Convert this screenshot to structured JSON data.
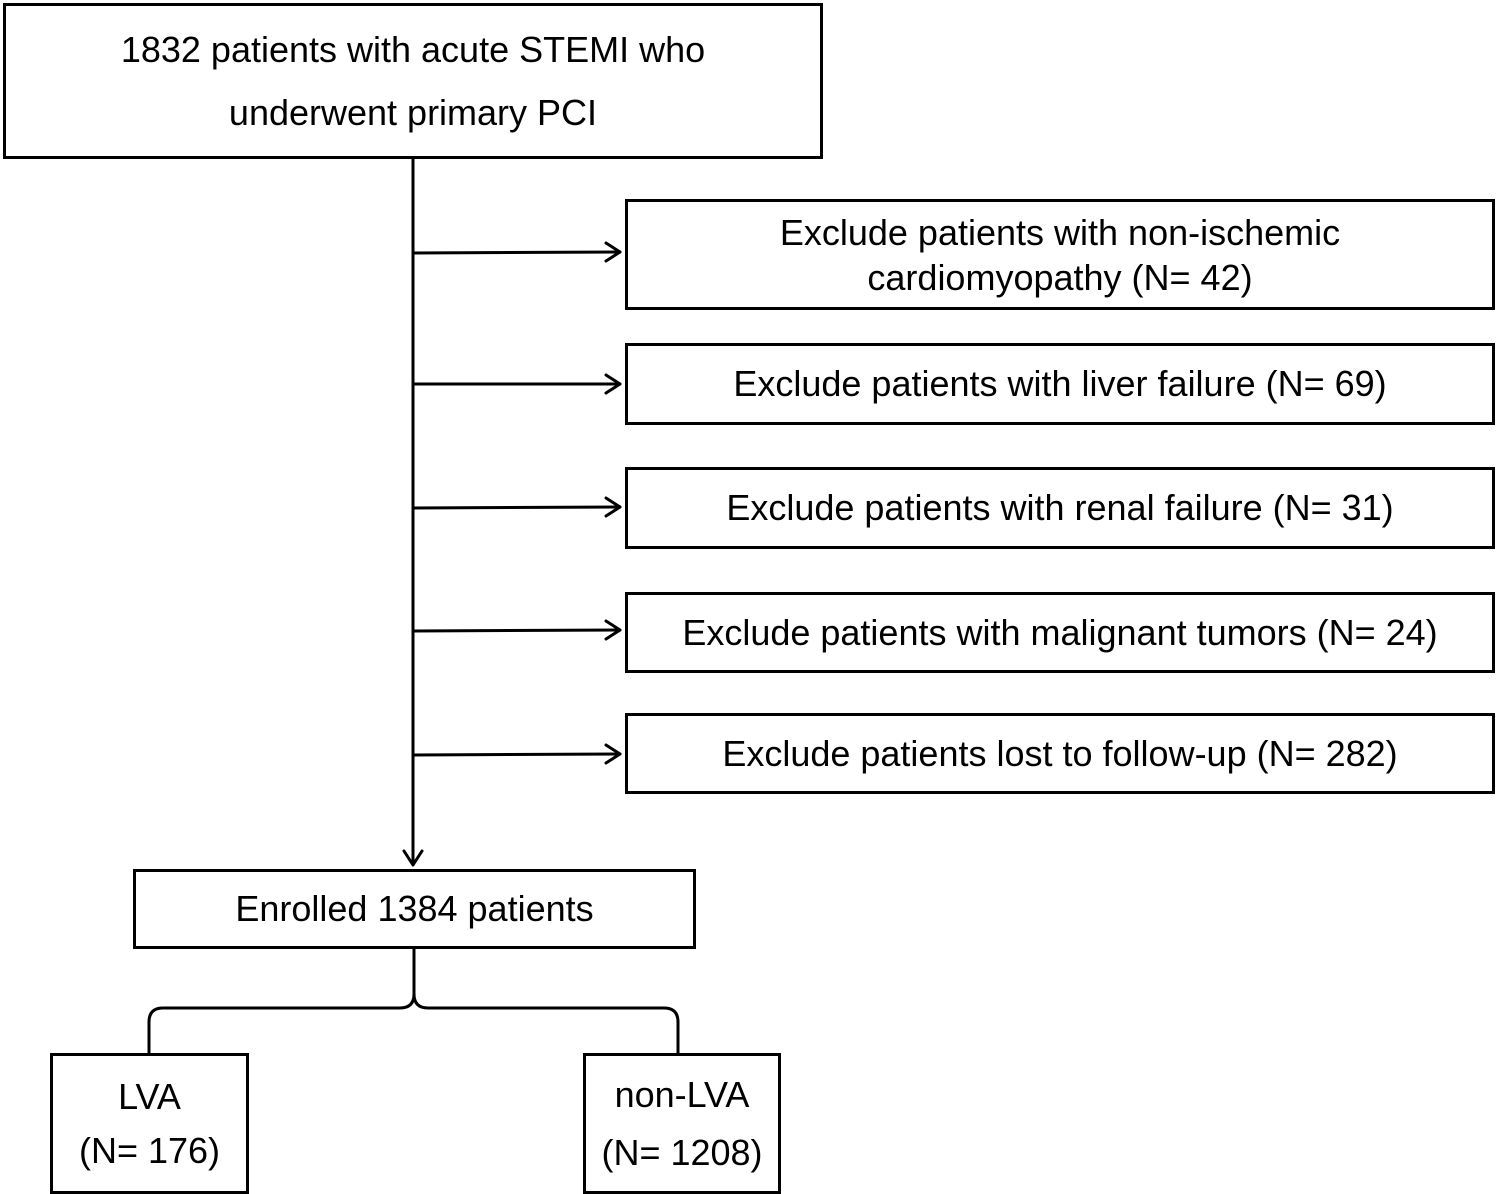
{
  "flowchart": {
    "source": {
      "line1": "1832 patients with acute STEMI who",
      "line2": "underwent primary PCI"
    },
    "exclusions": [
      {
        "line1": "Exclude patients with non-ischemic",
        "line2": "cardiomyopathy (N= 42)"
      },
      {
        "line1": "Exclude patients with liver failure (N= 69)"
      },
      {
        "line1": "Exclude patients with renal failure (N= 31)"
      },
      {
        "line1": "Exclude patients with malignant tumors (N= 24)"
      },
      {
        "line1": "Exclude patients lost  to follow-up (N= 282)"
      }
    ],
    "enrolled": {
      "label": "Enrolled 1384 patients"
    },
    "groups": [
      {
        "name": "LVA",
        "count": "(N= 176)"
      },
      {
        "name": "non-LVA",
        "count": "(N= 1208)"
      }
    ]
  }
}
